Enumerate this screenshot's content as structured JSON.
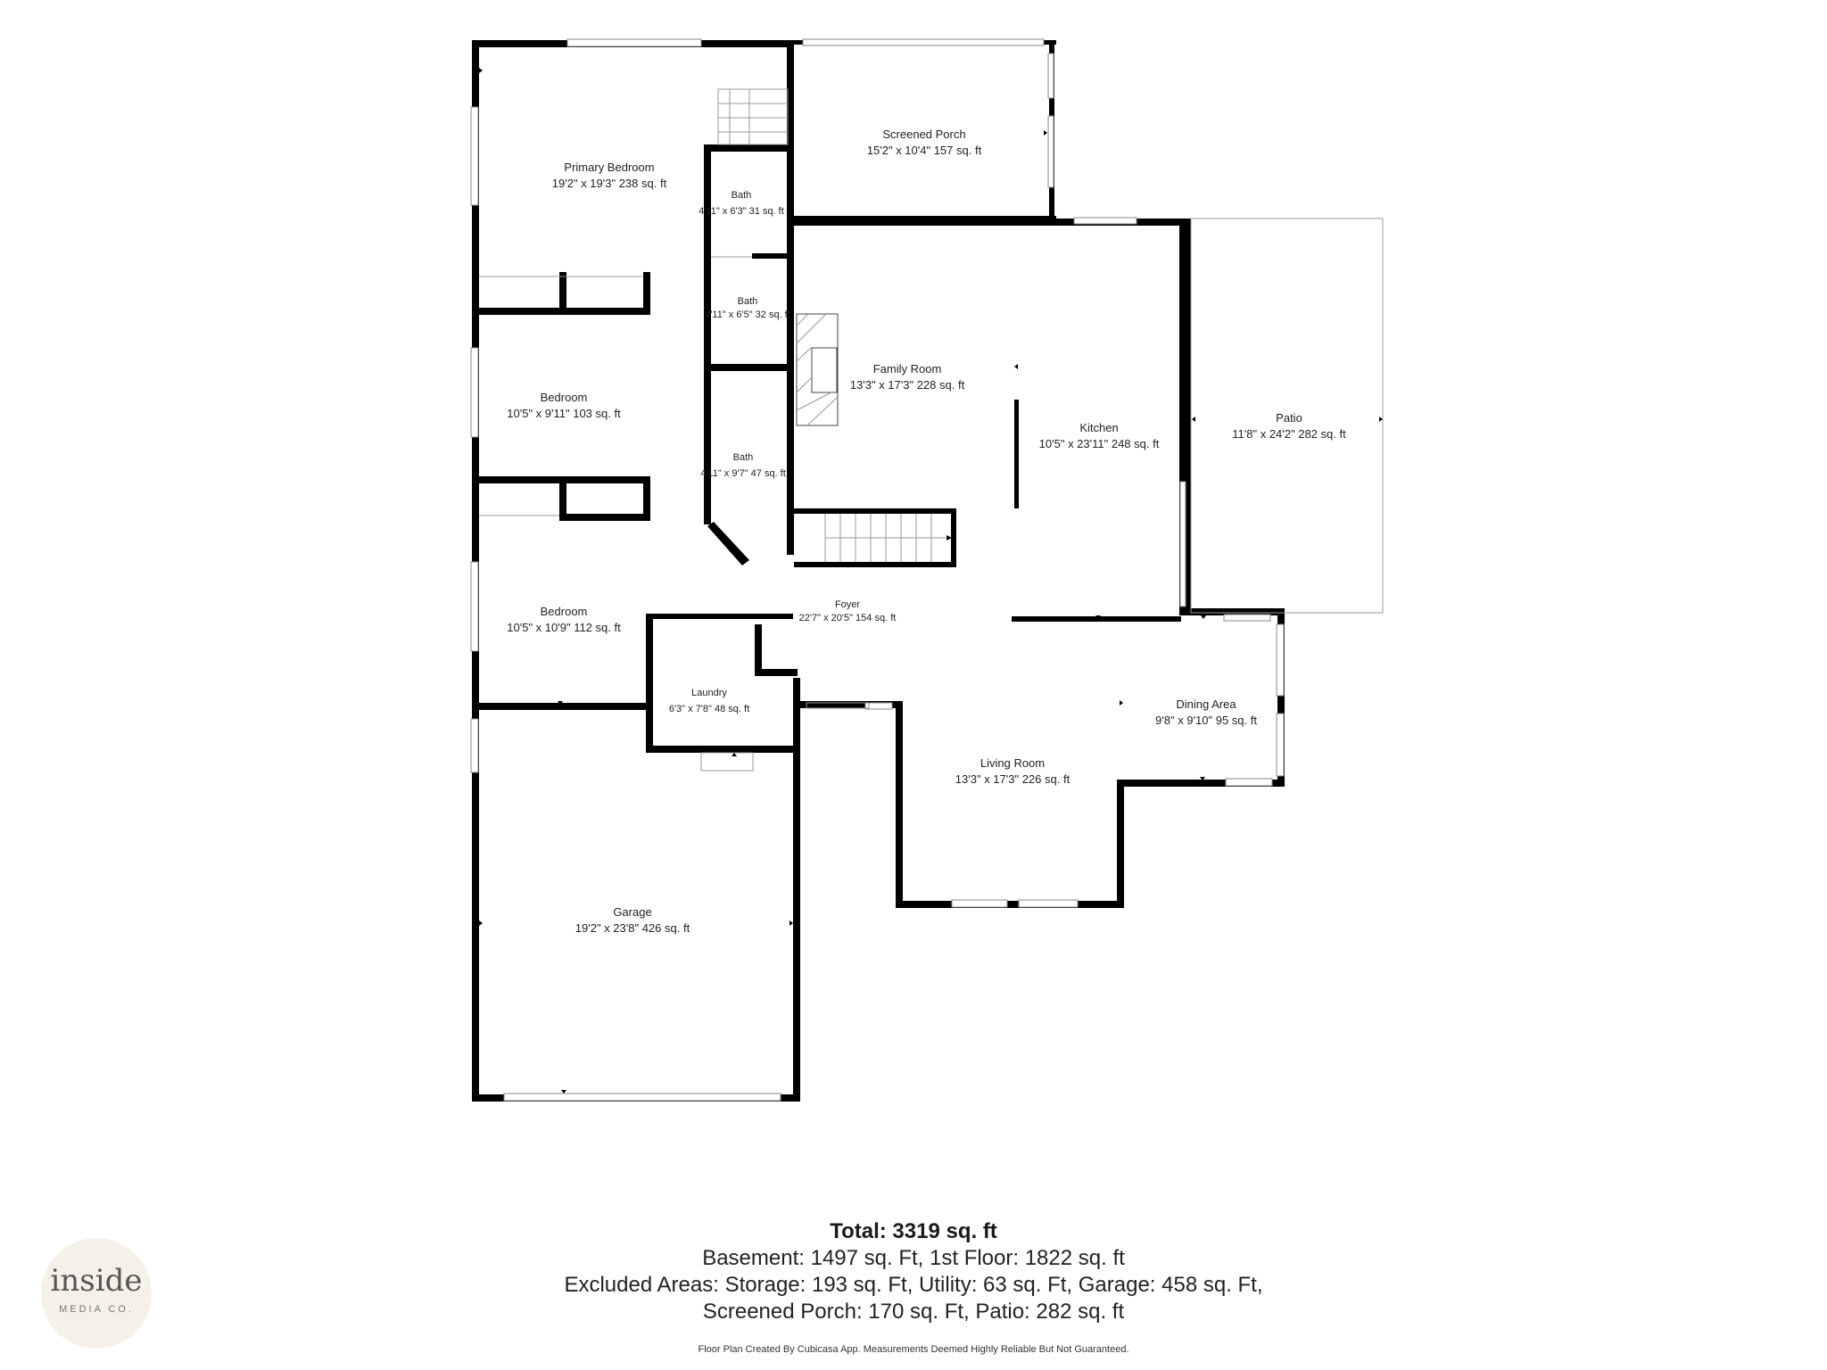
{
  "rooms": {
    "primary_bedroom": {
      "name": "Primary Bedroom",
      "dims": "19'2\" x 19'3\" 238 sq. ft"
    },
    "screened_porch": {
      "name": "Screened Porch",
      "dims": "15'2\" x 10'4\" 157 sq. ft"
    },
    "bath_1": {
      "name": "Bath",
      "dims": "4'11\" x 6'3\" 31 sq. ft"
    },
    "bath_2": {
      "name": "Bath",
      "dims": "4'11\" x 6'5\" 32 sq. ft"
    },
    "bath_3": {
      "name": "Bath",
      "dims": "4'11\" x 9'7\" 47 sq. ft"
    },
    "bedroom_1": {
      "name": "Bedroom",
      "dims": "10'5\" x 9'11\" 103 sq. ft"
    },
    "bedroom_2": {
      "name": "Bedroom",
      "dims": "10'5\" x 10'9\" 112 sq. ft"
    },
    "family_room": {
      "name": "Family Room",
      "dims": "13'3\" x 17'3\" 228 sq. ft"
    },
    "kitchen": {
      "name": "Kitchen",
      "dims": "10'5\" x 23'11\" 248 sq. ft"
    },
    "patio": {
      "name": "Patio",
      "dims": "11'8\" x 24'2\" 282 sq. ft"
    },
    "foyer": {
      "name": "Foyer",
      "dims": "22'7\" x 20'5\" 154 sq. ft"
    },
    "laundry": {
      "name": "Laundry",
      "dims": "6'3\" x 7'8\" 48 sq. ft"
    },
    "dining_area": {
      "name": "Dining Area",
      "dims": "9'8\" x 9'10\" 95 sq. ft"
    },
    "living_room": {
      "name": "Living Room",
      "dims": "13'3\" x 17'3\" 226 sq. ft"
    },
    "garage": {
      "name": "Garage",
      "dims": "19'2\" x 23'8\" 426 sq. ft"
    }
  },
  "summary": {
    "total": "Total: 3319 sq. ft",
    "line1": "Basement: 1497 sq. Ft, 1st Floor: 1822 sq. ft",
    "line2": "Excluded Areas: Storage: 193 sq. Ft, Utility: 63 sq. Ft, Garage: 458 sq. Ft,",
    "line3": "Screened Porch: 170 sq. Ft, Patio: 282 sq. ft"
  },
  "disclaimer": "Floor Plan Created By Cubicasa App. Measurements Deemed Highly Reliable But Not Guaranteed.",
  "logo": {
    "word": "inside",
    "sub": "MEDIA CO."
  }
}
